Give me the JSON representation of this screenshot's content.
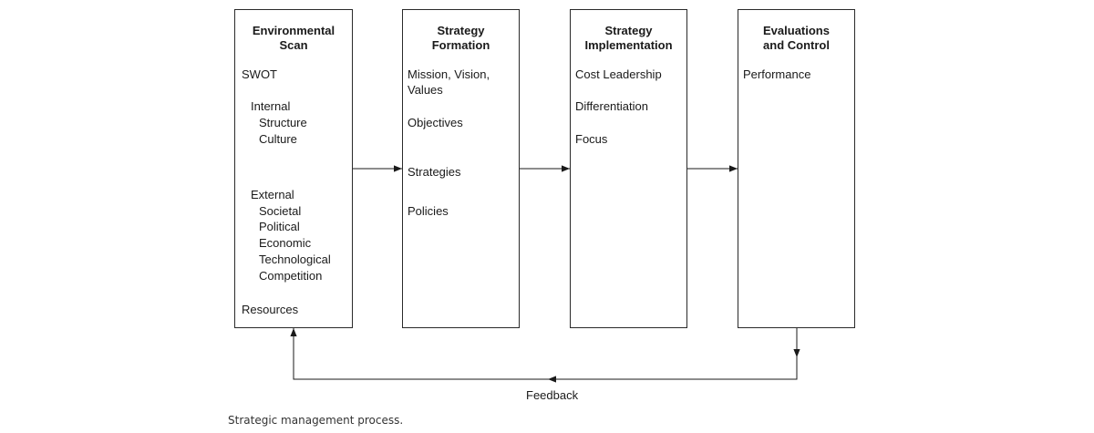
{
  "boxes": {
    "env": {
      "title_1": "Environmental",
      "title_2": "Scan",
      "swot": "SWOT",
      "internal": "Internal",
      "structure": "Structure",
      "culture": "Culture",
      "external": "External",
      "societal": "Societal",
      "political": "Political",
      "economic": "Economic",
      "technological": "Technological",
      "competition": "Competition",
      "resources": "Resources"
    },
    "formation": {
      "title_1": "Strategy",
      "title_2": "Formation",
      "mission": "Mission, Vision, Values",
      "objectives": "Objectives",
      "strategies": "Strategies",
      "policies": "Policies"
    },
    "implementation": {
      "title_1": "Strategy",
      "title_2": "Implementation",
      "cost": "Cost Leadership",
      "differentiation": "Differentiation",
      "focus": "Focus"
    },
    "evaluation": {
      "title_1": "Evaluations",
      "title_2": "and Control",
      "performance": "Performance"
    }
  },
  "feedback_label": "Feedback",
  "caption": "Strategic management process."
}
